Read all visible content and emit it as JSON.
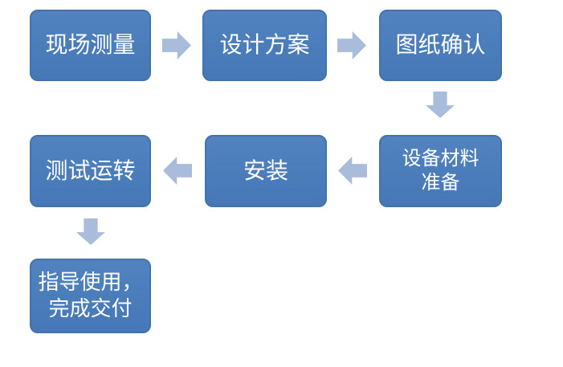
{
  "page": {
    "background": "#ffffff"
  },
  "diagram": {
    "type": "flowchart",
    "colors": {
      "box_fill": "#4a7cba",
      "box_border": "#4273ad",
      "arrow_fill": "#a9bcdb",
      "text": "#ffffff"
    },
    "nodes": [
      {
        "id": "step-1",
        "label": "现场测量"
      },
      {
        "id": "step-2",
        "label": "设计方案"
      },
      {
        "id": "step-3",
        "label": "图纸确认"
      },
      {
        "id": "step-4",
        "label": "设备材料\n准备"
      },
      {
        "id": "step-5",
        "label": "安装"
      },
      {
        "id": "step-6",
        "label": "测试运转"
      },
      {
        "id": "step-7",
        "label": "指导使用，\n完成交付"
      }
    ],
    "connectors": [
      {
        "from": "现场测量",
        "to": "设计方案",
        "direction": "right"
      },
      {
        "from": "设计方案",
        "to": "图纸确认",
        "direction": "right"
      },
      {
        "from": "图纸确认",
        "to": "设备材料准备",
        "direction": "down"
      },
      {
        "from": "设备材料准备",
        "to": "安装",
        "direction": "left"
      },
      {
        "from": "安装",
        "to": "测试运转",
        "direction": "left"
      },
      {
        "from": "测试运转",
        "to": "指导使用，完成交付",
        "direction": "down"
      }
    ]
  }
}
